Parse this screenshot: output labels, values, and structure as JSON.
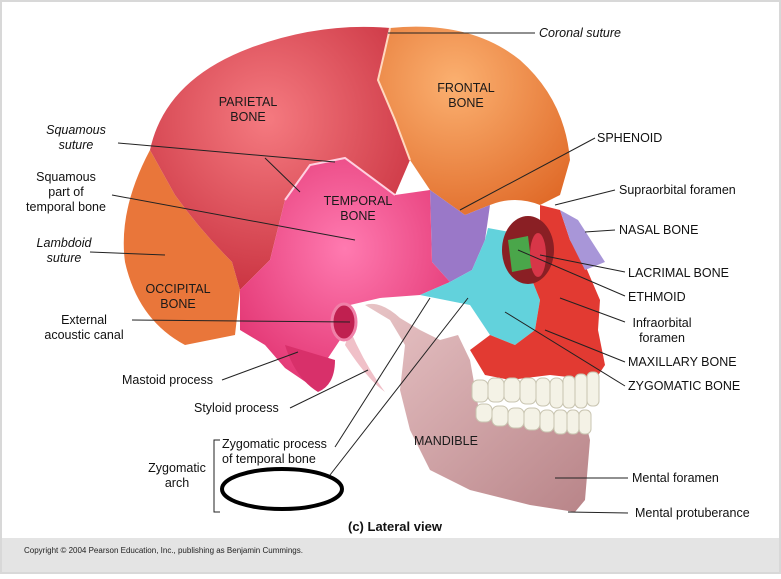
{
  "labels": {
    "coronal_suture": "Coronal suture",
    "parietal_bone": [
      "PARIETAL",
      "BONE"
    ],
    "frontal_bone": [
      "FRONTAL",
      "BONE"
    ],
    "temporal_bone": [
      "TEMPORAL",
      "BONE"
    ],
    "occipital_bone": [
      "OCCIPITAL",
      "BONE"
    ],
    "mandible": "MANDIBLE",
    "squamous_suture": [
      "Squamous",
      "suture"
    ],
    "squamous_part": [
      "Squamous",
      "part of",
      "temporal bone"
    ],
    "lambdoid_suture": [
      "Lambdoid",
      "suture"
    ],
    "external_acoustic_canal": [
      "External",
      "acoustic canal"
    ],
    "mastoid_process": "Mastoid process",
    "styloid_process": "Styloid process",
    "zygomatic_process": [
      "Zygomatic process",
      "of temporal bone"
    ],
    "zygomatic_arch": [
      "Zygomatic",
      "arch"
    ],
    "sphenoid": "SPHENOID",
    "supraorbital_foramen": "Supraorbital foramen",
    "nasal_bone": "NASAL BONE",
    "lacrimal_bone": "LACRIMAL BONE",
    "ethmoid": "ETHMOID",
    "infraorbital_foramen": [
      "Infraorbital",
      "foramen"
    ],
    "maxillary_bone": "MAXILLARY BONE",
    "zygomatic_bone": "ZYGOMATIC BONE",
    "mental_foramen": "Mental foramen",
    "mental_protuberance": "Mental protuberance"
  },
  "caption": "(c) Lateral view",
  "copyright": "Copyright © 2004 Pearson Education, Inc., publishing as Benjamin Cummings.",
  "colors": {
    "parietal": "#e8505e",
    "frontal": "#f08a3c",
    "temporal": "#f0508e",
    "occipital": "#e9763a",
    "sphenoid": "#9a78c8",
    "zygomatic": "#62d2dc",
    "maxillary": "#e23a32",
    "mandible": "#d6aeb2",
    "nasal": "#a896d8",
    "ethmoid": "#4aa64a",
    "teeth": "#f4f2e6",
    "highlight_circle": "#000000"
  }
}
